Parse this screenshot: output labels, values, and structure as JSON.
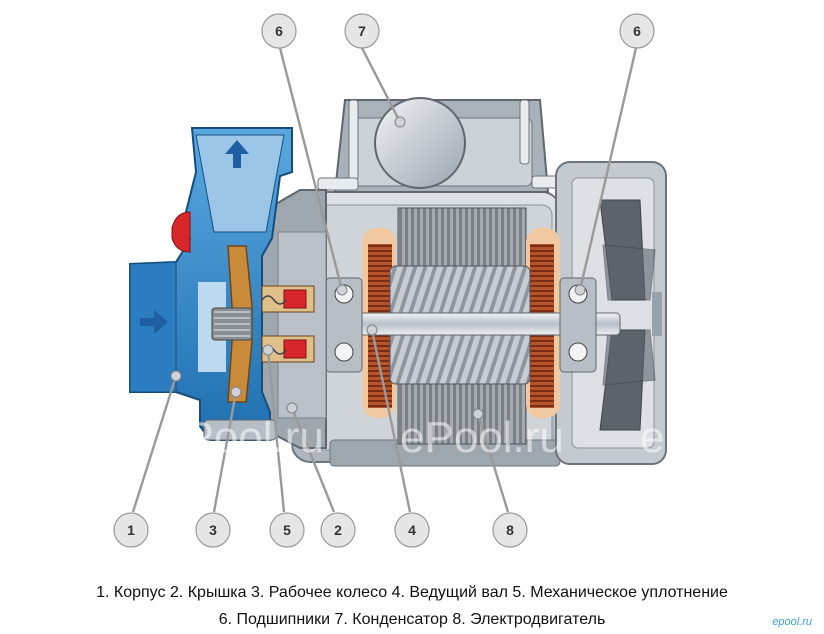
{
  "callouts": [
    {
      "id": "1",
      "label": "1"
    },
    {
      "id": "2",
      "label": "2"
    },
    {
      "id": "3",
      "label": "3"
    },
    {
      "id": "4",
      "label": "4"
    },
    {
      "id": "5",
      "label": "5"
    },
    {
      "id": "6",
      "label": "6"
    },
    {
      "id": "7",
      "label": "7"
    },
    {
      "id": "8",
      "label": "8"
    }
  ],
  "legend": {
    "line1": "1. Корпус   2. Крышка   3. Рабочее колесо   4. Ведущий вал   5. Механическое уплотнение",
    "line2": "6. Подшипники   7. Конденсатор   8. Электродвигатель"
  },
  "watermark": "ePool.ru",
  "logo": "epool.ru",
  "colors": {
    "pump_body": "#2f86c8",
    "impeller": "#c98a3a",
    "motor_housing": "#c7ccd2",
    "winding": "#b5542a",
    "seal": "#d8262a",
    "shaft": "#d9dde2",
    "callout_fill": "#e6e6e6"
  }
}
